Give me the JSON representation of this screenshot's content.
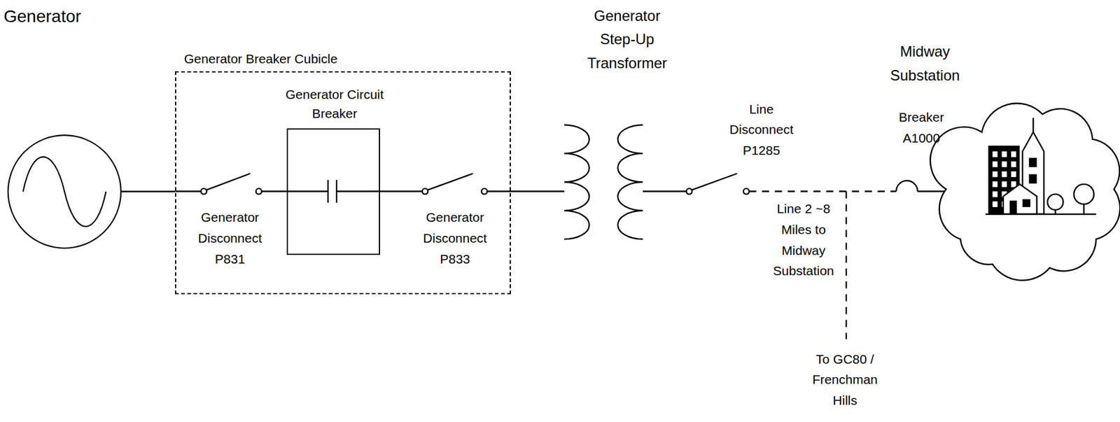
{
  "diagram": {
    "nodes": [
      {
        "text": [
          "Generator"
        ]
      },
      {
        "text": [
          "Generator Breaker Cubicle"
        ]
      },
      {
        "text": [
          "Generator Circuit Breaker"
        ],
        "in": 1
      }
    ],
    "edges": [
      {
        "from": 0,
        "to": 1,
        "arrow": "none"
      }
    ],
    "labels": [
      "Generator Disconnect P831",
      "Generator Disconnect P833",
      "Generator Step-Up Transformer",
      "Line Disconnect P1285",
      "Midway Substation",
      "Breaker A1000",
      "Line 2 ~8 Miles to Midway Substation",
      "To GC80 / Frenchman Hills"
    ]
  }
}
